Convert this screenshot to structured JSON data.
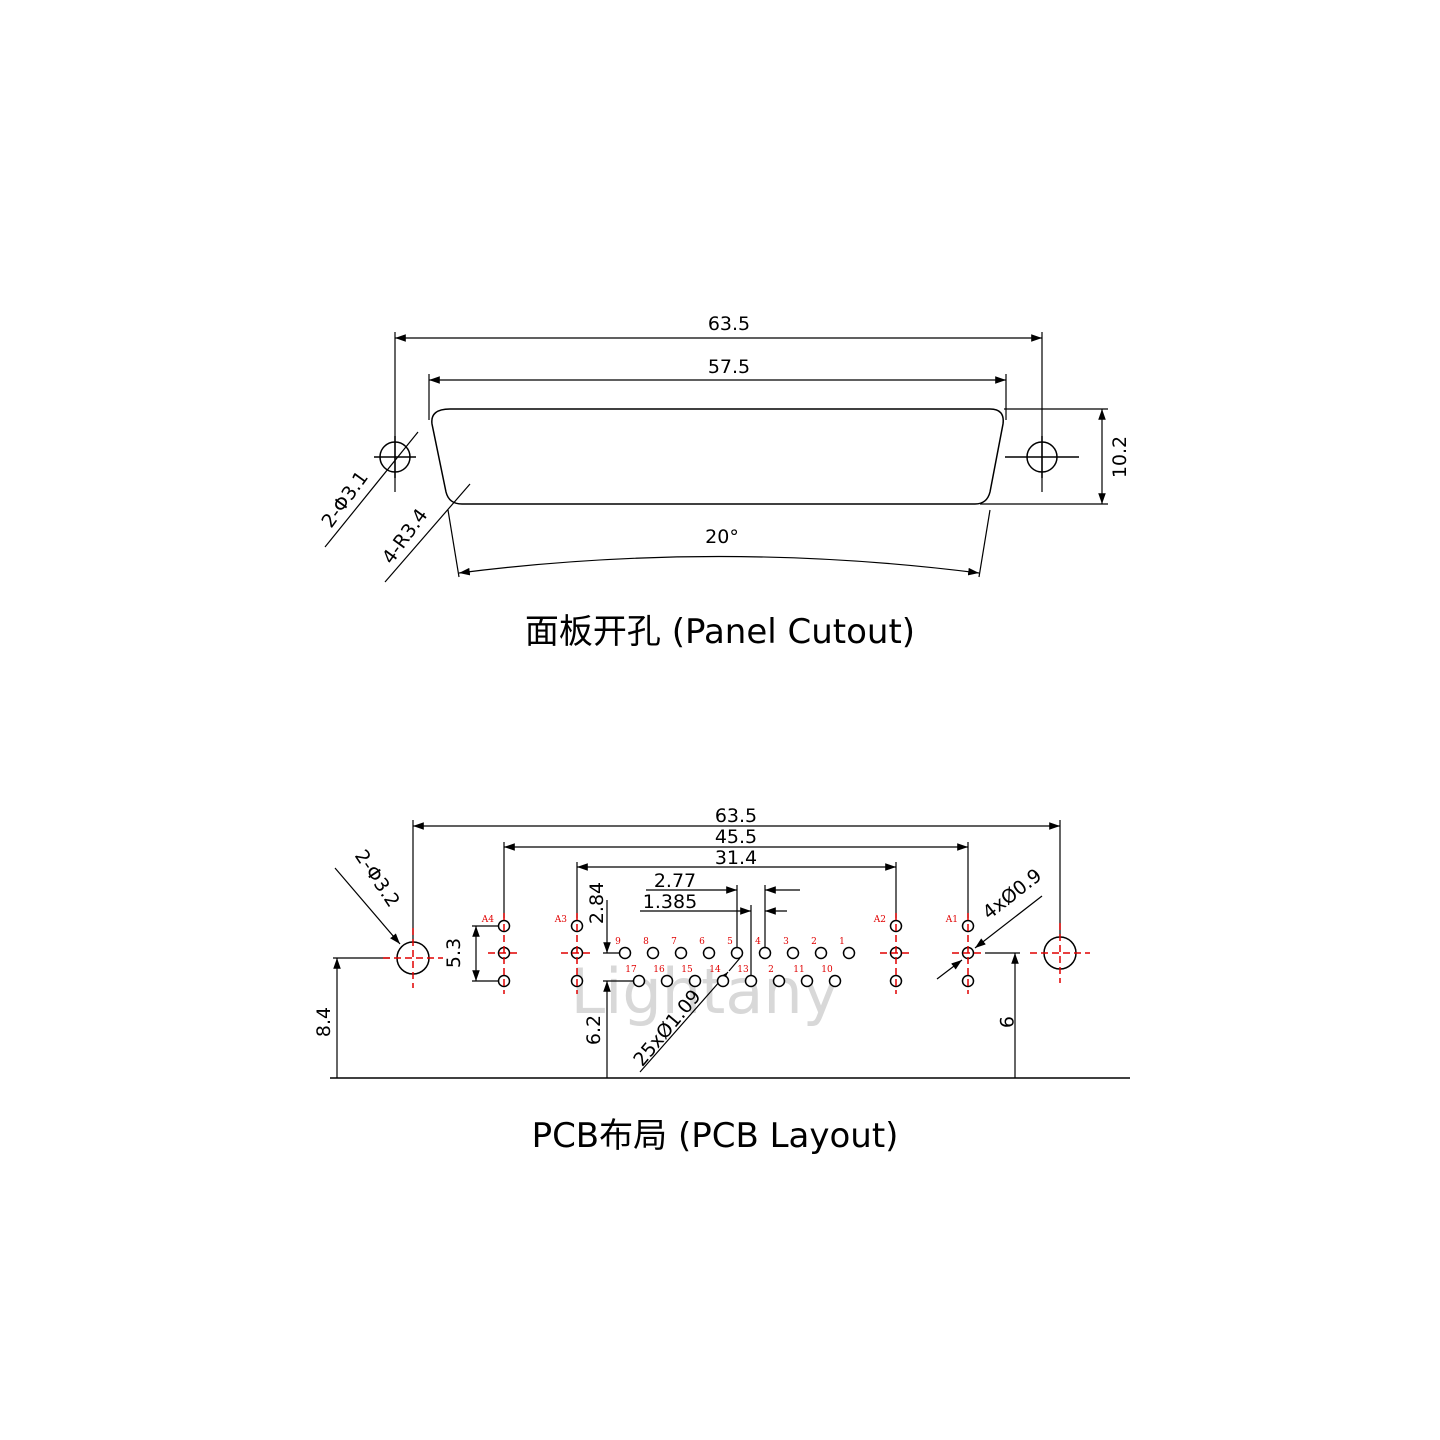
{
  "panel": {
    "dim_overall": "63.5",
    "dim_shell": "57.5",
    "dim_height": "10.2",
    "dim_angle": "20°",
    "dim_holes": "2-Φ3.1",
    "dim_radius": "4-R3.4",
    "caption": "面板开孔 (Panel Cutout)"
  },
  "pcb": {
    "dim_overall": "63.5",
    "dim_a_span": "45.5",
    "dim_pin_span": "31.4",
    "dim_pitch": "2.77",
    "dim_half_pitch": "1.385",
    "dim_row": "2.84",
    "dim_a_rows": "5.3",
    "dim_mount_height": "8.4",
    "dim_row_height": "6.2",
    "dim_a1_height": "9",
    "dim_mount_holes": "2-Φ3.2",
    "dim_pin_holes": "25xØ1.09",
    "dim_a_holes": "4xØ0.9",
    "caption": "PCB布局 (PCB Layout)",
    "watermark": "Lightany",
    "pins_top": [
      "9",
      "8",
      "7",
      "6",
      "5",
      "4",
      "3",
      "2",
      "1"
    ],
    "pins_bottom": [
      "17",
      "16",
      "15",
      "14",
      "13",
      "2",
      "11",
      "10"
    ],
    "a_labels": [
      "A4",
      "A3",
      "A2",
      "A1"
    ]
  },
  "colors": {
    "line": "#000000",
    "centerline": "#e00000",
    "pin_label": "#e00000",
    "watermark": "#d8d8d8"
  }
}
